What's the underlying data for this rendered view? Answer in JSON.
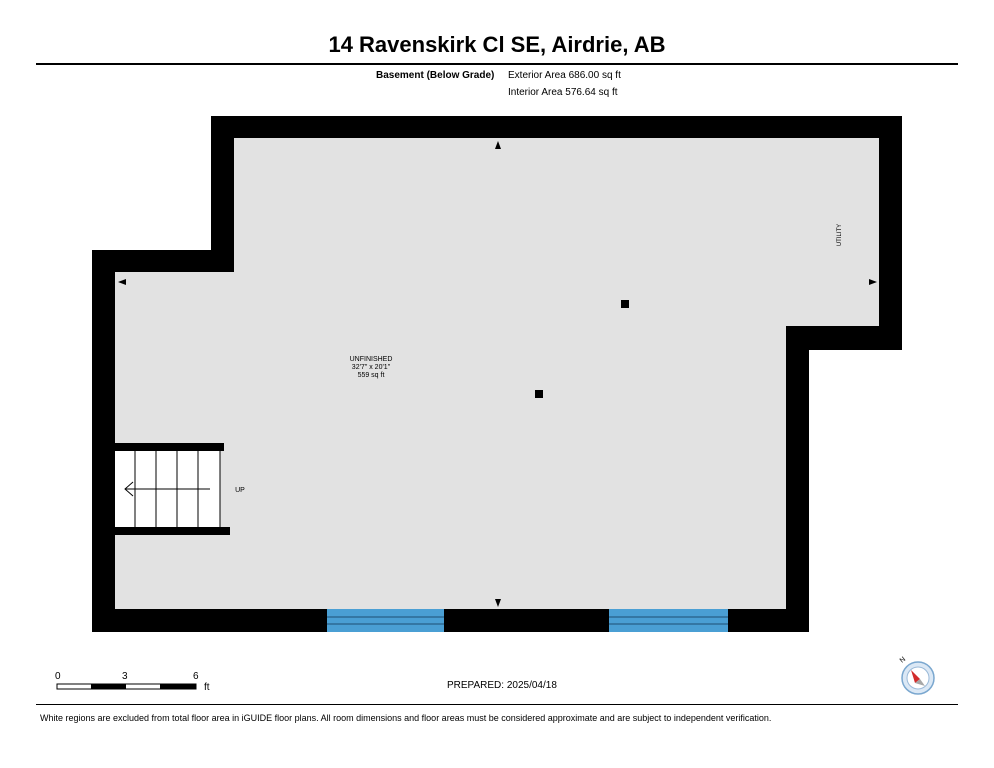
{
  "header": {
    "title": "14 Ravenskirk Cl SE, Airdrie, AB"
  },
  "summary": {
    "level": "Basement (Below Grade)",
    "exterior_area": "Exterior Area 686.00 sq ft",
    "interior_area": "Interior Area 576.64 sq ft"
  },
  "room": {
    "name": "UNFINISHED",
    "dimensions": "32'7\" x 20'1\"",
    "area": "559 sq ft"
  },
  "labels": {
    "utility": "UTILITY",
    "stairs": "UP"
  },
  "scale_bar": {
    "zero": "0",
    "mid": "3",
    "max": "6",
    "unit": "ft"
  },
  "compass": {
    "north": "N"
  },
  "footer": {
    "prepared": "PREPARED:  2025/04/18",
    "disclaimer": "White regions are excluded from total floor area in iGUIDE floor plans. All room dimensions and floor areas must be considered approximate and are subject to independent verification."
  },
  "colors": {
    "wall": "#000000",
    "floor": "#e2e2e2",
    "window": "#4a9fd4"
  }
}
